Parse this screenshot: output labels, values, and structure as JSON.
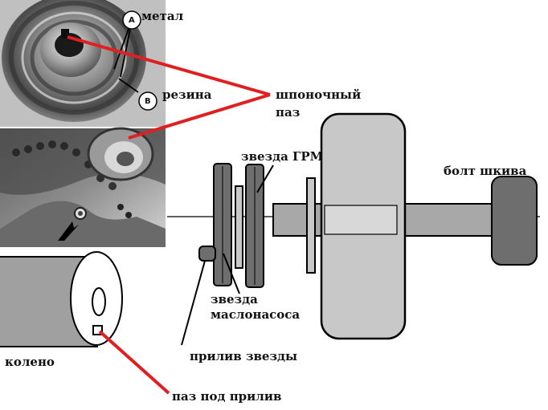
{
  "labels": {
    "metal": "метал",
    "rubber": "резина",
    "keyway_line1": "шпоночный",
    "keyway_line2": "паз",
    "timing_sprocket": "звезда ГРМ",
    "pulley_bolt": "болт шкива",
    "oil_pump_sprocket_line1": "звезда",
    "oil_pump_sprocket_line2": "маслонасоса",
    "sprocket_boss": "прилив звезды",
    "crankshaft": "колено",
    "boss_slot": "паз под прилив",
    "marker_a": "A",
    "marker_b": "B"
  },
  "colors": {
    "pointer_red": "#e02020",
    "part_dark": "#6e6e6e",
    "part_light": "#c8c8c8",
    "shaft": "#a8a8a8",
    "outline": "#000000"
  }
}
